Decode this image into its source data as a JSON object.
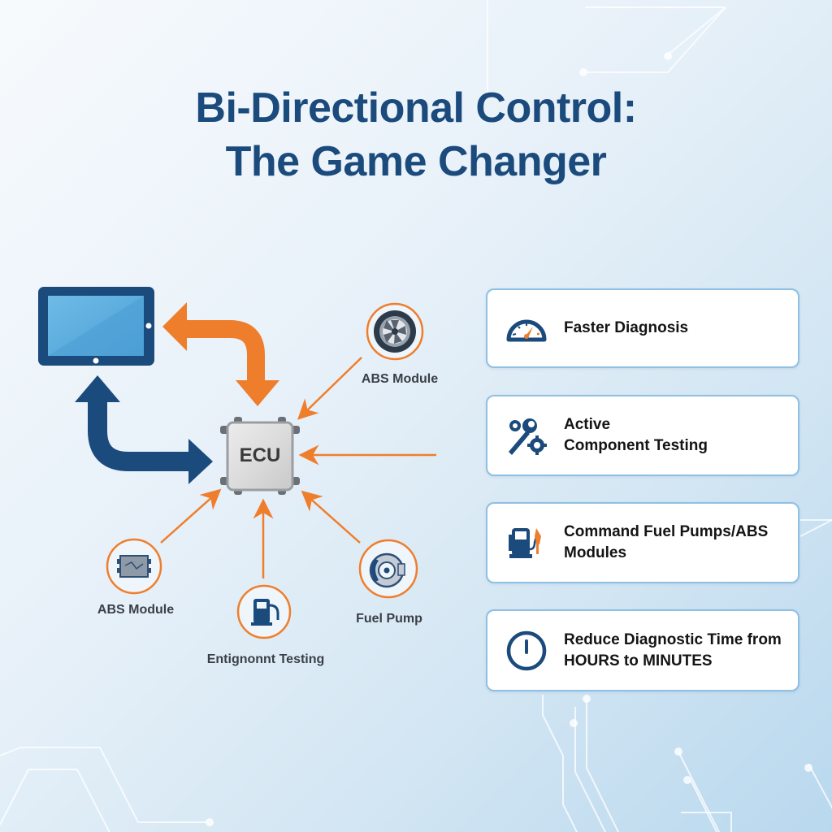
{
  "title": {
    "line1": "Bi-Directional Control:",
    "line2": "The Game Changer"
  },
  "colors": {
    "title": "#1b4a7c",
    "navy": "#1b4a7c",
    "orange": "#ef7e2c",
    "card_border": "#8fc0e4",
    "screen": "#5aaee0"
  },
  "diagram": {
    "hub": {
      "label": "ECU",
      "icon": "ecu-chip-icon"
    },
    "device": {
      "icon": "tablet-icon"
    },
    "flows": [
      {
        "from": "ECU",
        "to": "tablet",
        "color": "navy",
        "icon": "arrow-up-icon"
      },
      {
        "from": "tablet",
        "to": "ECU",
        "color": "orange",
        "icon": "arrow-down-icon"
      }
    ],
    "nodes": [
      {
        "label": "ABS Module",
        "icon": "wheel-icon",
        "position": "top-right"
      },
      {
        "label": "ABS Module",
        "icon": "circuit-board-icon",
        "position": "bottom-left"
      },
      {
        "label": "Entignonnt Testing",
        "icon": "fuel-pump-icon",
        "position": "bottom"
      },
      {
        "label": "Fuel Pump",
        "icon": "brake-disc-icon",
        "position": "bottom-right"
      }
    ]
  },
  "benefits": [
    {
      "icon": "speedometer-icon",
      "lines": [
        "Faster Diagnosis"
      ]
    },
    {
      "icon": "wrench-gear-icon",
      "lines": [
        "Active",
        "Component Testing"
      ]
    },
    {
      "icon": "fuel-nozzle-icon",
      "lines": [
        "Command Fuel Pumps/ABS",
        "Modules"
      ]
    },
    {
      "icon": "power-timer-icon",
      "lines": [
        "Reduce Diagnostic Time from",
        "HOURS to MINUTES"
      ]
    }
  ]
}
